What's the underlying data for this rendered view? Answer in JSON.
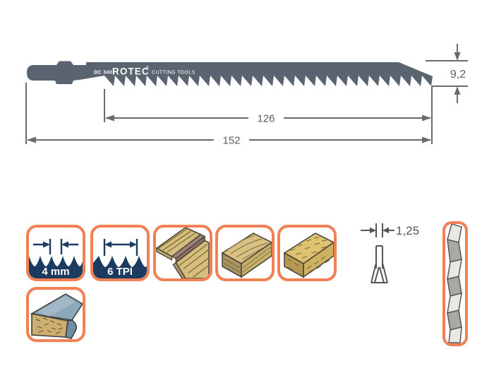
{
  "product": {
    "blade_print": {
      "model": "DC 340",
      "brand": "ROTEC",
      "registered_mark": "®",
      "tagline": "CUTTING TOOLS"
    },
    "dimensions": {
      "blade_width": "9,2",
      "working_length": "126",
      "total_length": "152"
    }
  },
  "spec_icons": {
    "tooth_pitch_label": "4 mm",
    "tpi_label": "6 TPI",
    "kerf_label": "1,25",
    "materials": [
      "laminated-wood-corner",
      "solid-wood",
      "chipboard",
      "worktop"
    ]
  },
  "colors": {
    "blade_gray": "#5a6470",
    "dimension_gray": "#6b6b6b",
    "accent_orange": "#ef8155",
    "navy": "#1b3b60"
  }
}
